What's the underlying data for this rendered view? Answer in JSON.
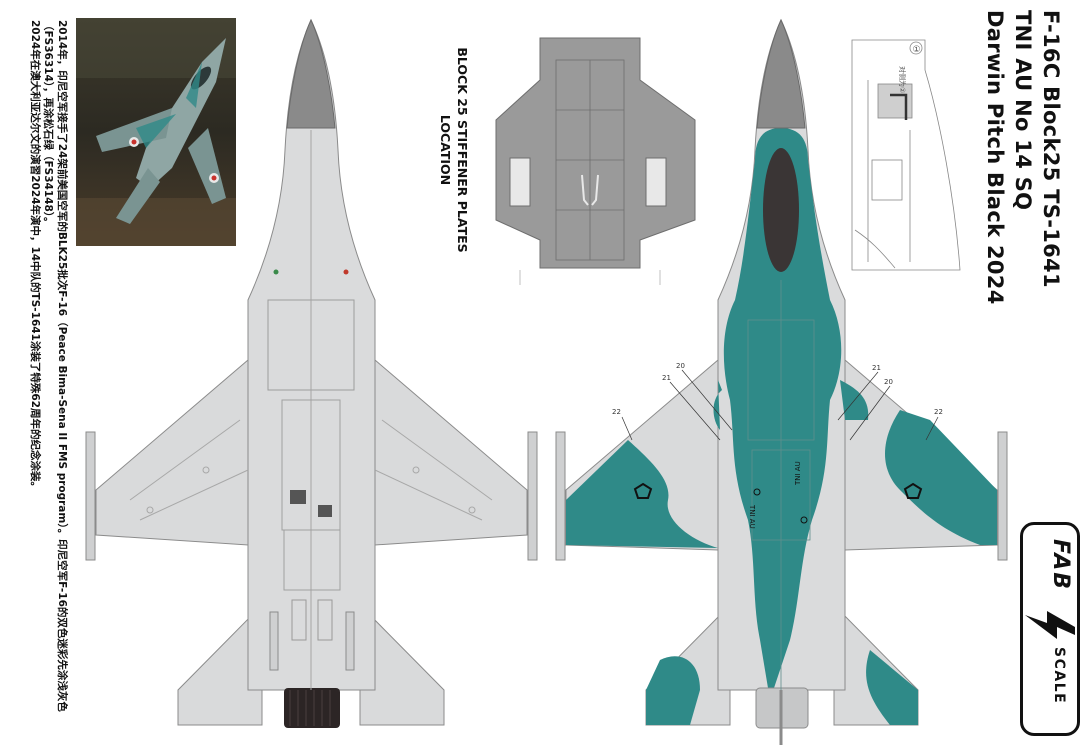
{
  "title": {
    "line1": "F-16C Block25  TS-1641",
    "line2": "TNI AU No 14  SQ",
    "line3": "Darwin Pitch Black 2024"
  },
  "stiffener_caption": {
    "line1": "BLOCK 25 STIFFENER PLATES",
    "line2": "LOCATION"
  },
  "description": {
    "line1": "2014年，印尼空军接手了24架前美国空军的BLK25批次F-16（Peace Bima-Sena II FMS program）。印尼空军F-16的双色迷彩先涂浅灰色",
    "line2": "（FS36314），再涂松石绿（FS34148）。",
    "line3": "2024年在澳大利亚达尔文的演習2024年演中，14中队的TS-1641涂装了特殊62周年的纪念涂装。"
  },
  "logo": {
    "fab": "FAB",
    "scale": "SCALE"
  },
  "callouts": {
    "n20_left": "20",
    "n21_left": "21",
    "n22_left": "22",
    "n20_right": "20",
    "n21_right": "21",
    "n22_right": "22"
  },
  "markings": {
    "fuselage_left": "TNI AU",
    "fuselage_right": "TNI AU"
  },
  "detail_labels": {
    "ref_circle": "①",
    "ref_text": "对侧为②"
  },
  "colors": {
    "light_gray": "#d8d9da",
    "teal": "#2f8a88",
    "dark_gray": "#7c7c7c",
    "canopy": "#3a3535",
    "nozzle": "#2a2424"
  }
}
